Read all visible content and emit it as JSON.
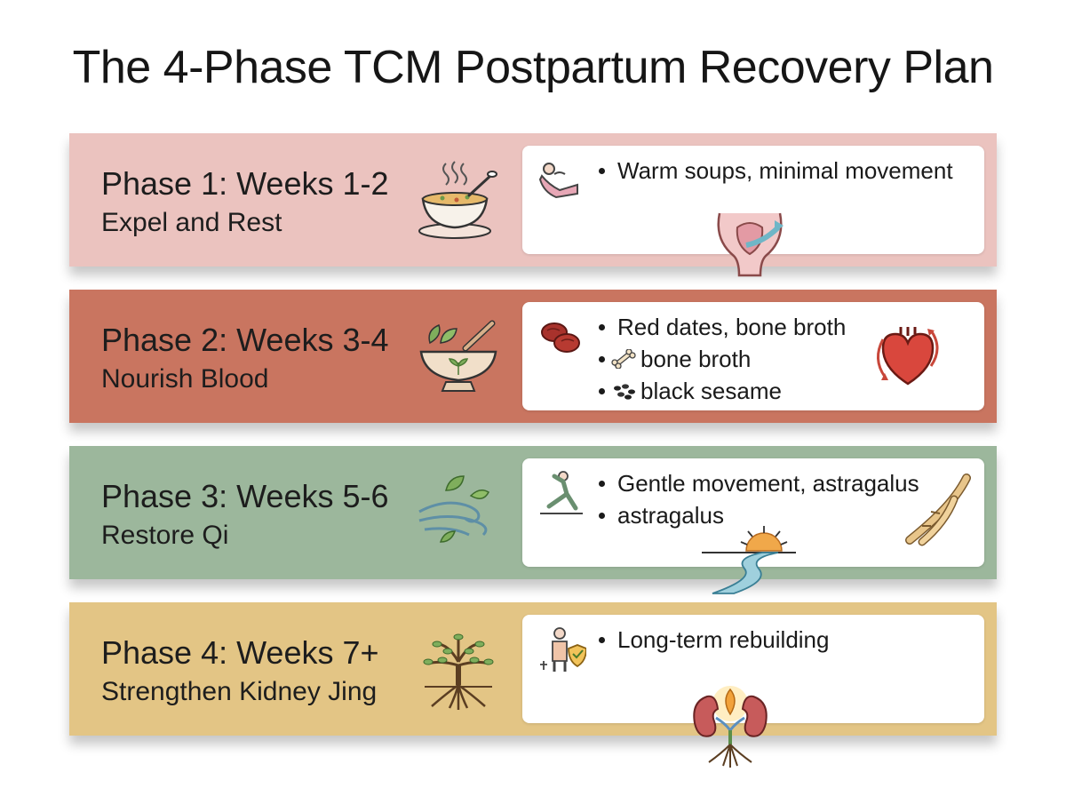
{
  "title": "The 4-Phase TCM Postpartum Recovery Plan",
  "colors": {
    "phase1": "#ebc3bf",
    "phase2": "#c97560",
    "phase3": "#9cb79c",
    "phase4": "#e3c585"
  },
  "phases": [
    {
      "title": "Phase 1: Weeks 1-2",
      "subtitle": "Expel and Rest",
      "icon": "soup-bowl-icon",
      "card_icon": "resting-mother-icon",
      "deco_icon": "uterus-arrow-icon",
      "bullets": [
        "Warm soups, minimal movement"
      ]
    },
    {
      "title": "Phase 2: Weeks 3-4",
      "subtitle": "Nourish Blood",
      "icon": "mortar-pestle-herbs-icon",
      "card_icon": "red-dates-icon",
      "deco_icon": "heart-circulation-icon",
      "bullets": [
        "Red dates, bone broth",
        "bone broth",
        "black sesame"
      ],
      "bullet_icons": [
        "",
        "bone-icon",
        "sesame-seeds-icon"
      ]
    },
    {
      "title": "Phase 3: Weeks 5-6",
      "subtitle": "Restore Qi",
      "icon": "wind-leaves-icon",
      "card_icon": "yoga-stretch-icon",
      "deco_icon": "ginseng-root-icon",
      "deco_icon_2": "sunrise-river-icon",
      "bullets": [
        "Gentle movement, astragalus",
        "astragalus"
      ]
    },
    {
      "title": "Phase 4: Weeks 7+",
      "subtitle": "Strengthen Kidney Jing",
      "icon": "tree-roots-icon",
      "card_icon": "person-shield-icon",
      "deco_icon": "kidneys-flame-icon",
      "bullets": [
        "Long-term rebuilding"
      ]
    }
  ]
}
